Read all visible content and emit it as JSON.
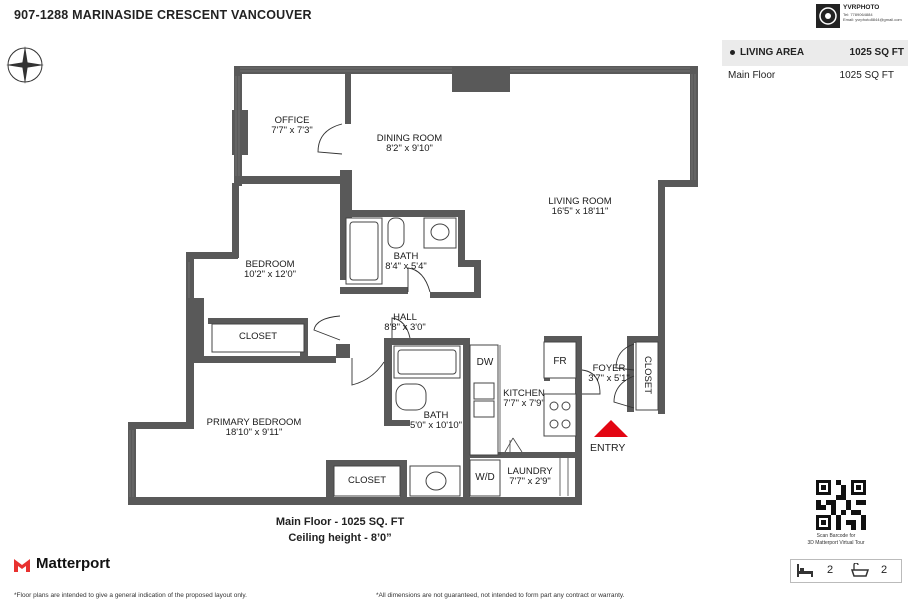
{
  "header": {
    "address": "907-1288 MARINASIDE CRESCENT VANCOUVER"
  },
  "brand": {
    "name": "YVRPHOTO",
    "phone": "Tel: 7789064884",
    "email": "Email: yvrphoto8844@gmail.com"
  },
  "area_panel": {
    "heading": "LIVING AREA",
    "heading_value": "1025 SQ FT",
    "row_label": "Main Floor",
    "row_value": "1025 SQ FT"
  },
  "rooms": {
    "office": {
      "name": "OFFICE",
      "dims": "7'7\" x 7'3\""
    },
    "dining": {
      "name": "DINING ROOM",
      "dims": "8'2\" x 9'10\""
    },
    "living": {
      "name": "LIVING ROOM",
      "dims": "16'5\" x 18'11\""
    },
    "bedroom": {
      "name": "BEDROOM",
      "dims": "10'2\" x 12'0\""
    },
    "bath1": {
      "name": "BATH",
      "dims": "8'4\" x 5'4\""
    },
    "hall": {
      "name": "HALL",
      "dims": "8'8\" x 3'0\""
    },
    "closet1": {
      "name": "CLOSET"
    },
    "primary": {
      "name": "PRIMARY BEDROOM",
      "dims": "18'10\" x 9'11\""
    },
    "bath2": {
      "name": "BATH",
      "dims": "5'0\" x 10'10\""
    },
    "kitchen": {
      "name": "KITCHEN",
      "dims": "7'7\" x 7'9\""
    },
    "laundry": {
      "name": "LAUNDRY",
      "dims": "7'7\" x 2'9\""
    },
    "closet2": {
      "name": "CLOSET"
    },
    "foyer": {
      "name": "FOYER",
      "dims": "3'7\" x 5'1\""
    },
    "closet3": {
      "name": "CLOSET"
    }
  },
  "fixtures": {
    "dw": "DW",
    "fr": "FR",
    "wd": "W/D"
  },
  "entry_label": "ENTRY",
  "caption": {
    "line1": "Main Floor - 1025 SQ. FT",
    "line2": "Ceiling height - 8’0”"
  },
  "qr_note": {
    "line1": "Scan Barcode for",
    "line2": "3D Matterport Virtual Tour"
  },
  "counts": {
    "bedrooms": "2",
    "bathrooms": "2"
  },
  "matterport": "Matterport",
  "footnotes": {
    "left": "*Floor plans are intended to give a general indication of the proposed layout only.",
    "right": "*All dimensions are not guaranteed, not intended to form part any contract or warranty."
  },
  "colors": {
    "wall": "#595959",
    "entry_arrow": "#e30613",
    "matterport_red": "#e8312f"
  },
  "icons": [
    "compass-icon",
    "bed-icon",
    "bathtub-icon",
    "qr-code-icon",
    "matterport-logo-icon",
    "brand-logo-icon"
  ]
}
